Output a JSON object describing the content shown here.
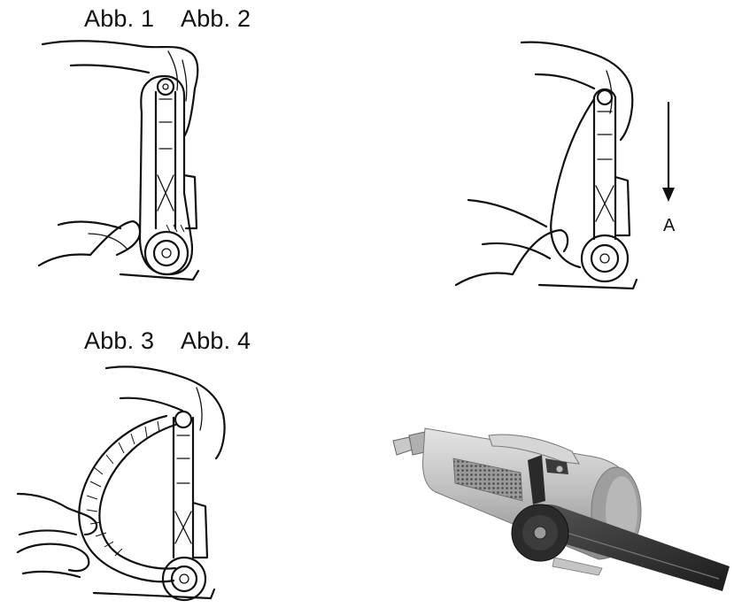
{
  "captions": {
    "fig1": "Abb. 1",
    "fig2": "Abb. 2",
    "fig3": "Abb. 3",
    "fig4": "Abb. 4"
  },
  "arrow_label": "A",
  "icons": {
    "fig1": "hands-holding-belt-sander-icon",
    "fig2": "belt-release-arrow-icon",
    "fig3": "belt-removal-icon",
    "fig4": "air-belt-sander-photo"
  }
}
